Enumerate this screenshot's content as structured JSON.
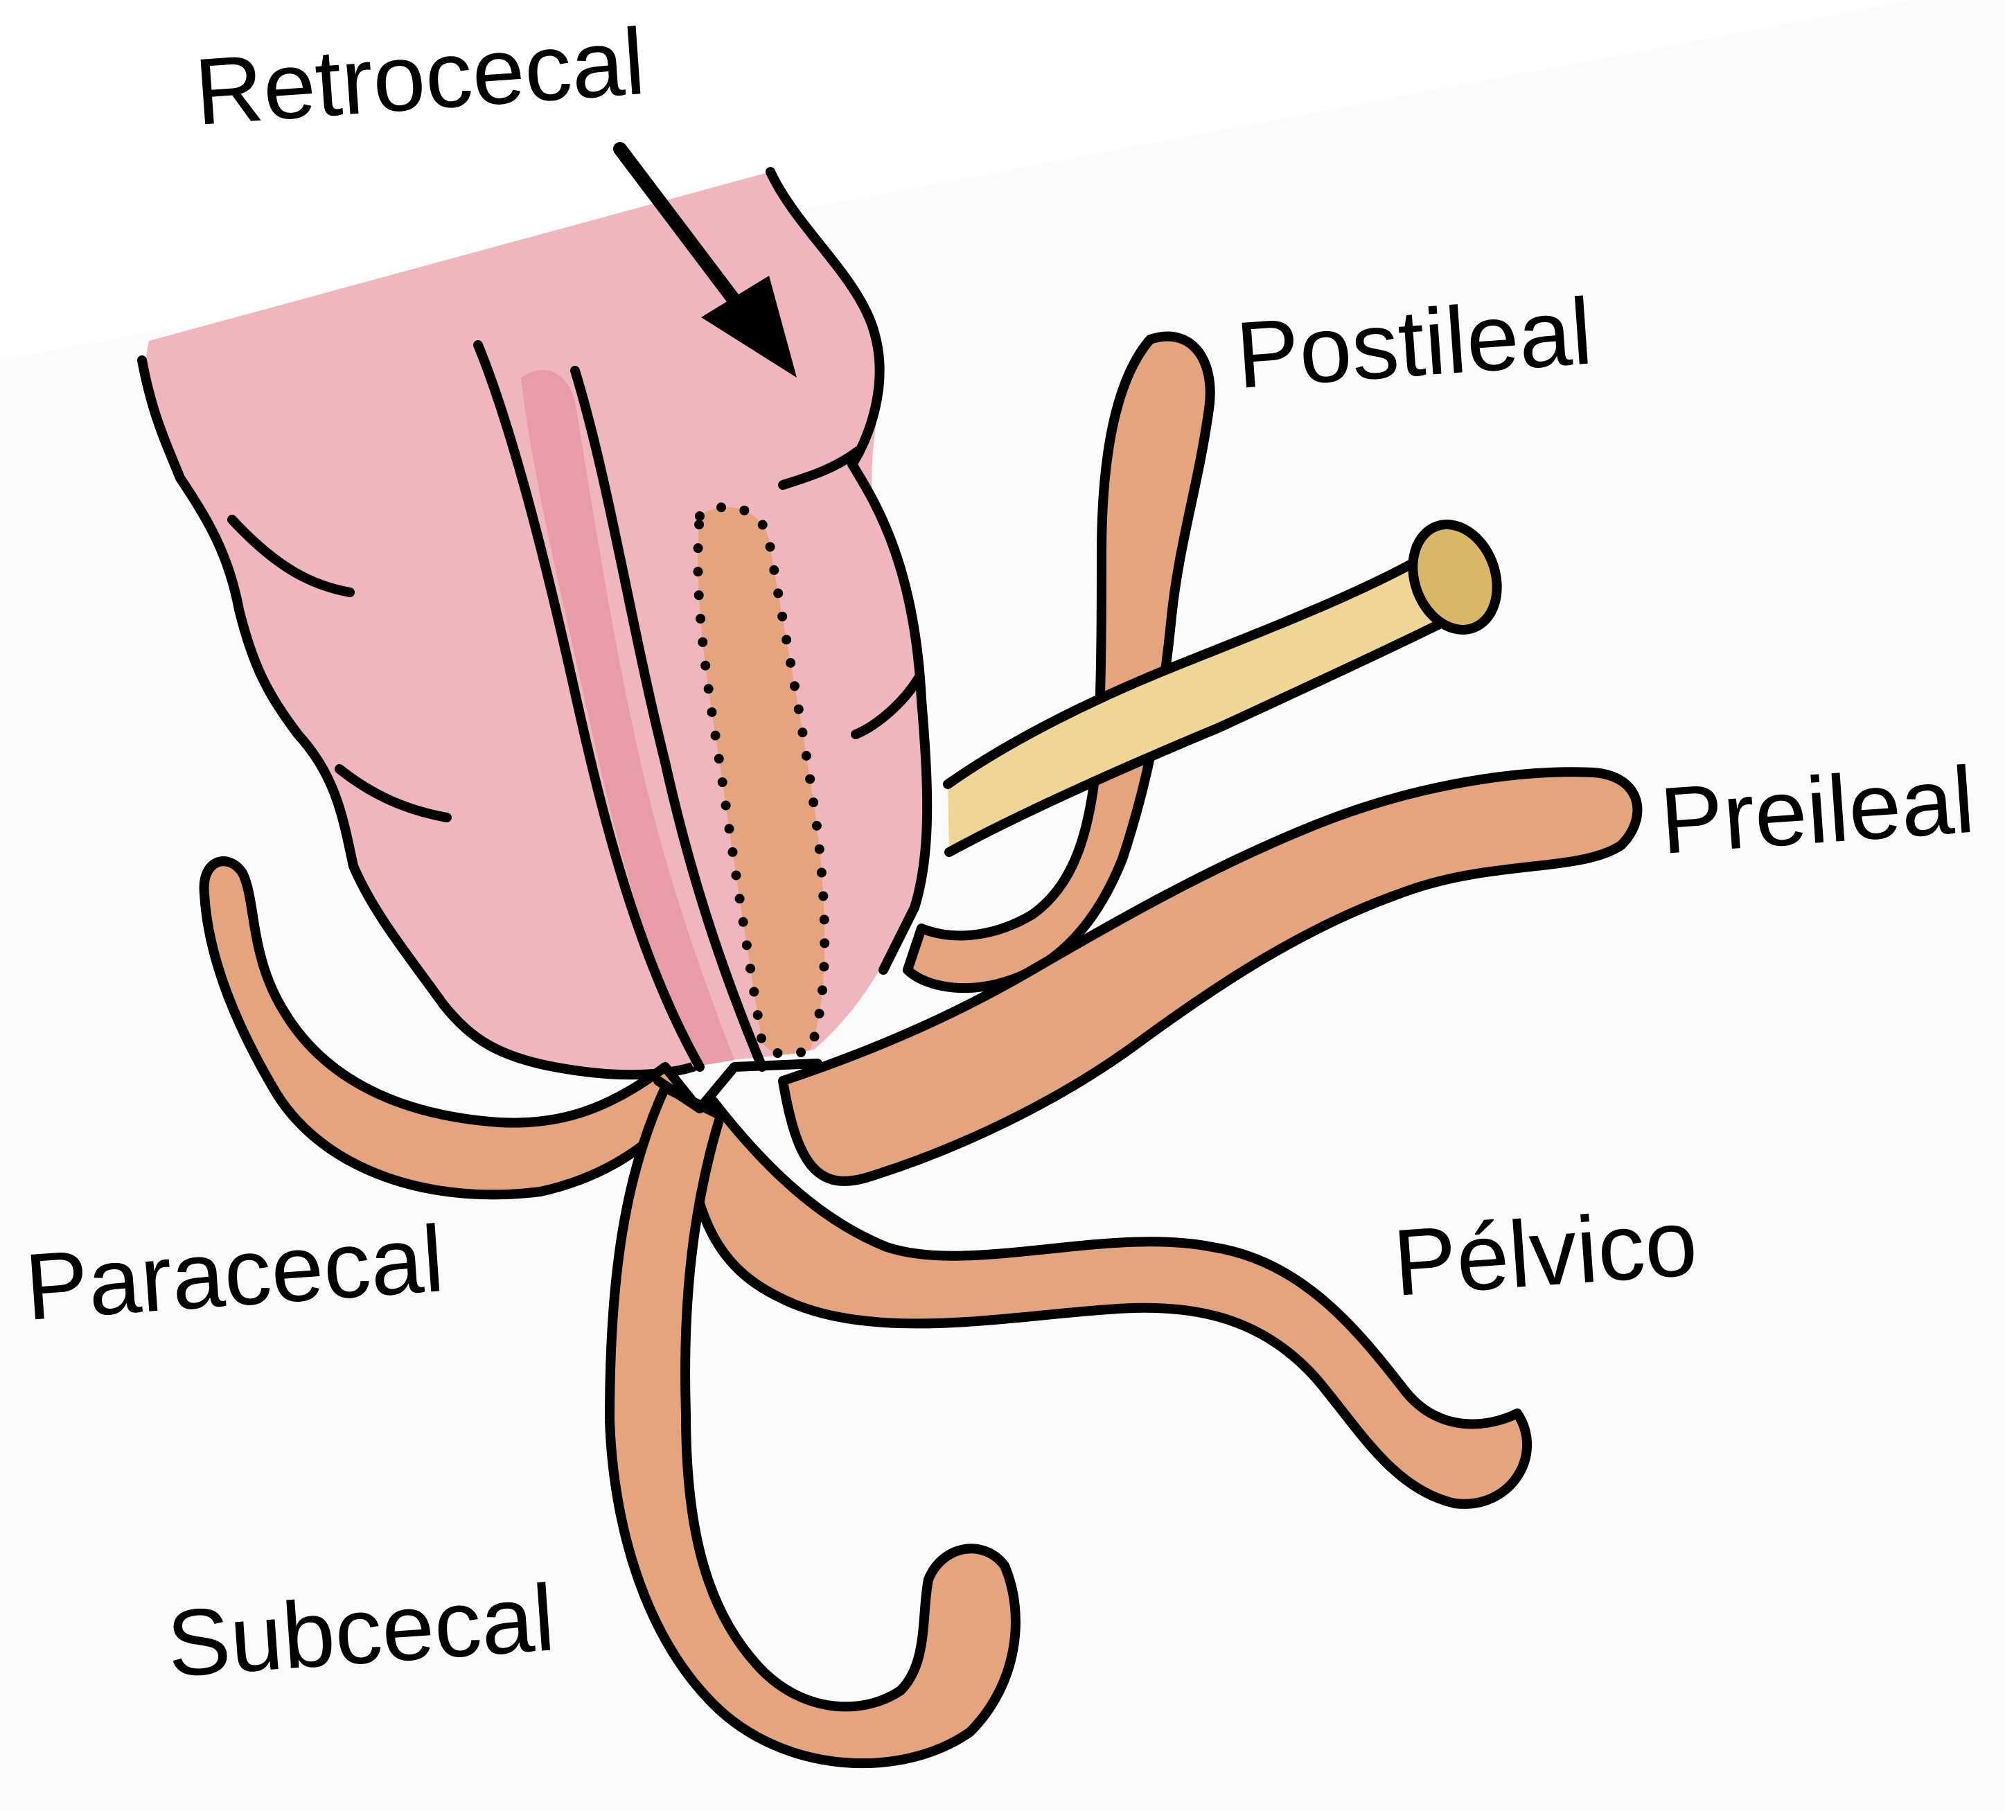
{
  "colors": {
    "background": "#ffffff",
    "cecum": "#f0b6be",
    "cecum_band": "#e79ca6",
    "appendix": "#e3a47e",
    "ileum": "#efd697",
    "ileum_cut": "#d9b668",
    "outline": "#000000"
  },
  "labels": {
    "retrocecal": "Retrocecal",
    "postileal": "Postileal",
    "preileal": "Preileal",
    "paracecal": "Paracecal",
    "pelvico": "Pélvico",
    "subcecal": "Subcecal"
  }
}
